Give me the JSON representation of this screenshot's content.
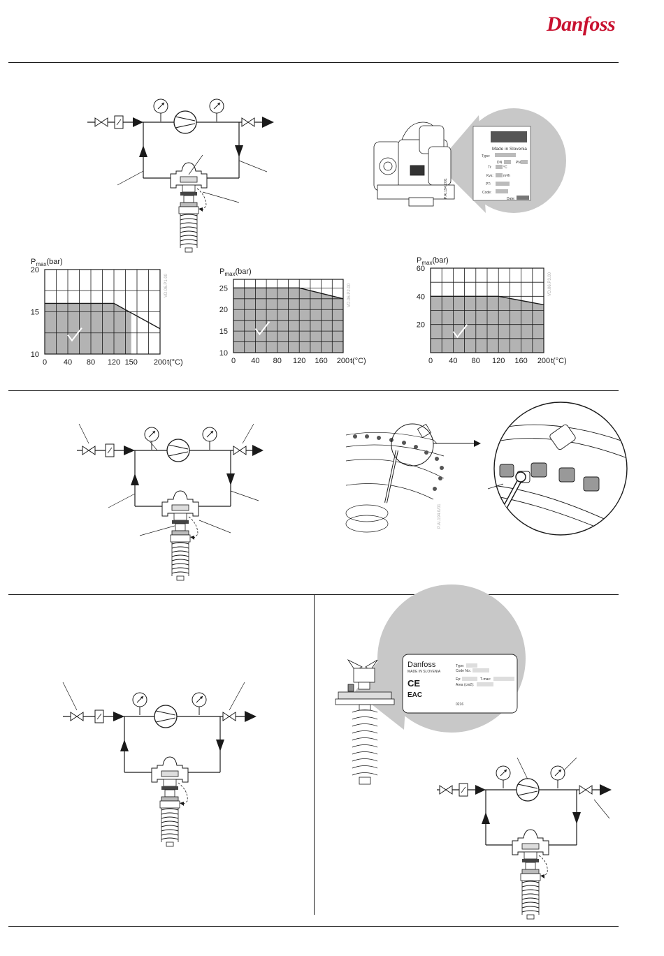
{
  "header": {
    "brand": "Danfoss"
  },
  "nameplate_top": {
    "made_in": "Made in Slovenia",
    "fields": [
      "Type:",
      "DN",
      "PN",
      "Ti:",
      "°C",
      "Kvs:",
      "m³/h",
      "PT:",
      "Code:",
      "Date:"
    ],
    "code": "P.AI.194.2/01"
  },
  "wrench_figure": {
    "code": "P.AI.194.0/01"
  },
  "nameplate_bottom": {
    "brand": "Danfoss",
    "made_in": "MADE IN SLOVENIA",
    "ce": "CE",
    "eac": "EAC",
    "fields": [
      "Type:",
      "Code No.:",
      "Ep:",
      "T-max:",
      "Area (cm2):"
    ],
    "serial": "0216"
  },
  "chart_data": [
    {
      "type": "area",
      "ylabel_main": "P",
      "ylabel_sub": "max",
      "ylabel_unit": "(bar)",
      "xlabel": "t(°C)",
      "x_ticks": [
        0,
        40,
        80,
        120,
        150,
        200
      ],
      "y_ticks": [
        10,
        15,
        20
      ],
      "xlim": [
        0,
        200
      ],
      "ylim": [
        10,
        20
      ],
      "x": [
        0,
        120,
        200
      ],
      "y": [
        16,
        16,
        13
      ],
      "fill_to": 150,
      "code": "VD.06.P1.00"
    },
    {
      "type": "area",
      "ylabel_main": "P",
      "ylabel_sub": "max",
      "ylabel_unit": "(bar)",
      "xlabel": "t(°C)",
      "x_ticks": [
        0,
        40,
        80,
        120,
        160,
        200
      ],
      "y_ticks": [
        10,
        15,
        20,
        25
      ],
      "xlim": [
        0,
        200
      ],
      "ylim": [
        10,
        27
      ],
      "x": [
        0,
        120,
        200
      ],
      "y": [
        25,
        25,
        22.5
      ],
      "fill_to": 200,
      "code": "VD.06.P2.00"
    },
    {
      "type": "area",
      "ylabel_main": "P",
      "ylabel_sub": "max",
      "ylabel_unit": "(bar)",
      "xlabel": "t(°C)",
      "x_ticks": [
        0,
        40,
        80,
        120,
        160,
        200
      ],
      "y_ticks": [
        20,
        40,
        60
      ],
      "xlim": [
        0,
        200
      ],
      "ylim": [
        0,
        60
      ],
      "x": [
        0,
        120,
        200
      ],
      "y": [
        40,
        40,
        34
      ],
      "fill_to": 200,
      "code": "VD.06.P3.00"
    }
  ]
}
